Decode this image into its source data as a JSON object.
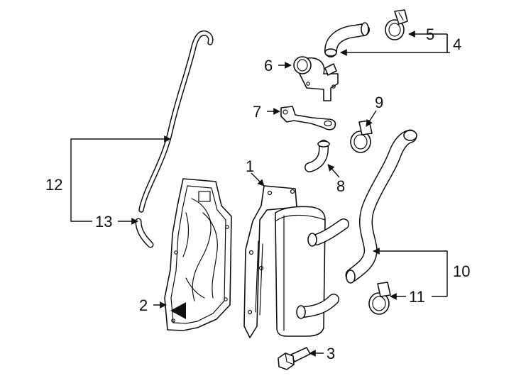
{
  "diagram": {
    "colors": {
      "ink": "#111111",
      "background": "#ffffff"
    },
    "callouts": {
      "c1": "1",
      "c2": "2",
      "c3": "3",
      "c4": "4",
      "c5": "5",
      "c6": "6",
      "c7": "7",
      "c8": "8",
      "c9": "9",
      "c10": "10",
      "c11": "11",
      "c12": "12",
      "c13": "13"
    }
  }
}
